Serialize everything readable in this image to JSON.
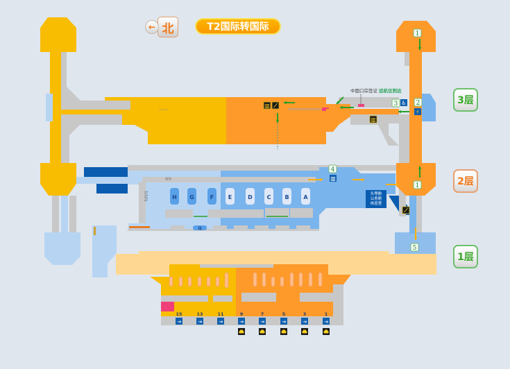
{
  "header": {
    "north_label": "北",
    "north_arrow": "arrow-left-icon",
    "title": "T2国际转国际"
  },
  "floors": [
    {
      "id": "3F",
      "label": "3层",
      "active": false
    },
    {
      "id": "2F",
      "label": "2层",
      "active": true
    },
    {
      "id": "1F",
      "label": "1层",
      "active": false
    }
  ],
  "floor3": {
    "border_check_label": "中国口岸签证",
    "arrival_label": "远机位到达",
    "markers": [
      "1",
      "2",
      "3"
    ]
  },
  "floor2": {
    "marker": "4",
    "markers_right": [
      "1"
    ],
    "gates": [
      "H",
      "G",
      "F",
      "E",
      "D",
      "C",
      "B",
      "A"
    ],
    "security_label": "Q",
    "lounge_label": [
      "头等舱",
      "公务舱",
      "休息室"
    ]
  },
  "floor1": {
    "marker": "5",
    "doors": [
      "15",
      "13",
      "11",
      "9",
      "7",
      "5",
      "3",
      "1"
    ],
    "taxi_count": 5
  },
  "colors": {
    "background": "#dfe6ee",
    "yellow": "#f8bc00",
    "orange": "#fd9a2a",
    "light_blue": "#b7d5f3",
    "mid_blue": "#7ab4ec",
    "dark_blue": "#0a5cb0",
    "grey": "#c8c8c8",
    "pink": "#f0407a",
    "pale_yellow": "#fed892",
    "green": "#28a028"
  }
}
